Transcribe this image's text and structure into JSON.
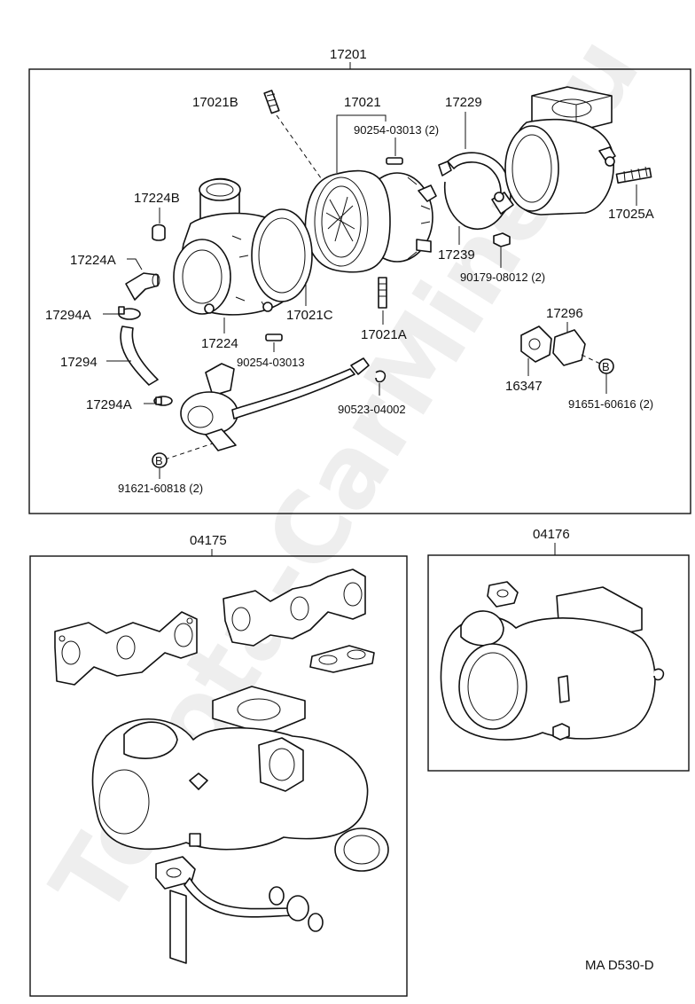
{
  "assembly_number": "17201",
  "parts": {
    "p17021B": "17021B",
    "p17021": "17021",
    "p90254_03013_2": "90254-03013 (2)",
    "p17229": "17229",
    "p17224B": "17224B",
    "p17025A": "17025A",
    "p17224A": "17224A",
    "p17239": "17239",
    "p90179_08012_2": "90179-08012 (2)",
    "p17294A_top": "17294A",
    "p17296": "17296",
    "p17224": "17224",
    "p17021C": "17021C",
    "p17021A": "17021A",
    "p17294": "17294",
    "p90254_03013": "90254-03013",
    "p16347": "16347",
    "p17294A_bottom": "17294A",
    "p90523_04002": "90523-04002",
    "p91651_60616_2": "91651-60616 (2)",
    "p91621_60818_2": "91621-60818 (2)"
  },
  "callout_letter": "B",
  "kits": {
    "left": "04175",
    "right": "04176"
  },
  "figure_code": "MA D530-D",
  "watermark": "Toyota-CarMine.ru"
}
